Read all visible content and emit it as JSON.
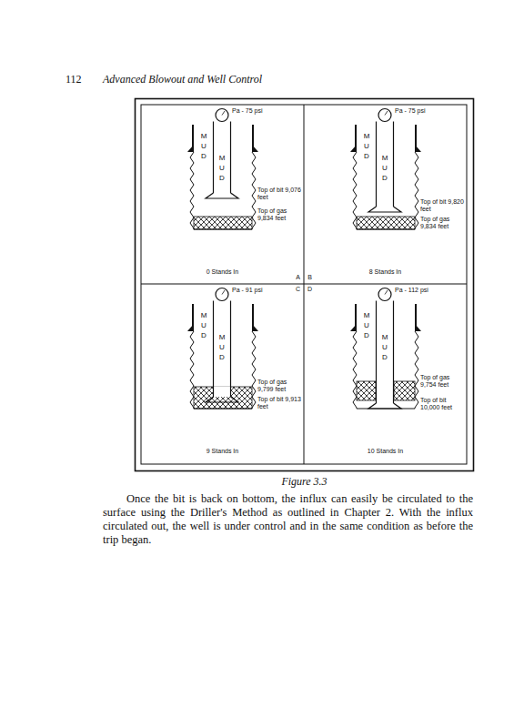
{
  "diagram": {
    "caption": "Figure 3.3",
    "nodes": [
      {
        "text": [
          "0 Stands In"
        ]
      },
      {
        "text": [
          "8 Stands In"
        ]
      },
      {
        "text": [
          "9 Stands In"
        ]
      },
      {
        "text": [
          "10 Stands In"
        ]
      }
    ],
    "labels": [
      "112",
      "Advanced Blowout and Well Control",
      "Pa - 75 psi",
      "M",
      "U",
      "D",
      "M",
      "U",
      "D",
      "Top of bit 9,076 feet",
      "Top of gas 9,834 feet",
      "Pa - 75 psi",
      "M",
      "U",
      "D",
      "M",
      "U",
      "D",
      "Top of bit 9,820 feet",
      "Top of gas 9,834 feet",
      "Pa - 91 psi",
      "M",
      "U",
      "D",
      "M",
      "U",
      "D",
      "Top of gas 9,799 feet",
      "Top of bit 9,913 feet",
      "Pa - 112 psi",
      "M",
      "U",
      "D",
      "M",
      "U",
      "D",
      "Top of gas 9,754 feet",
      "Top of bit 10,000 feet",
      "A",
      "B",
      "C",
      "D",
      "Once the bit is back on bottom, the influx can easily be circulated to the surface using the Driller's Method as outlined in Chapter 2. With the influx circulated out, the well is under control and in the same condition as before the trip began."
    ]
  }
}
